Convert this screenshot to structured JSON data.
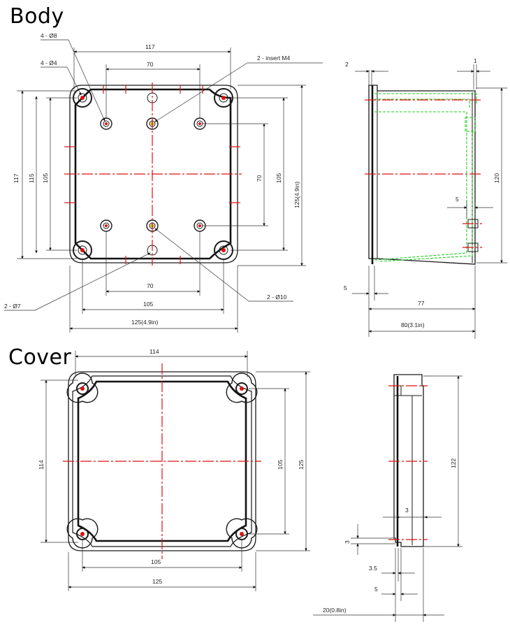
{
  "headings": {
    "body": "Body",
    "cover": "Cover"
  },
  "colors": {
    "outline": "#111111",
    "centerline": "#e01010",
    "hidden_line": "#22cc22",
    "dimension": "#333333"
  },
  "body_top": {
    "dims": {
      "w117": "117",
      "w70_top": "70",
      "h117": "117",
      "h115": "115",
      "h105": "105",
      "h70": "70",
      "h105_right": "105",
      "h125": "125(4.9in)",
      "w70_bottom": "70",
      "w105": "105",
      "w125": "125(4.9in)"
    },
    "callouts": {
      "holes8": "4 - Ø8",
      "holes4": "4 - Ø4",
      "insert": "2 - insert  M4",
      "holes7": "2 - Ø7",
      "holes10": "2 - Ø10"
    }
  },
  "body_side": {
    "dims": {
      "d2": "2",
      "d1": "1",
      "h120": "120",
      "d5_right": "5",
      "d5_left": "5",
      "w77": "77",
      "w80": "80(3.1in)"
    }
  },
  "cover_top": {
    "dims": {
      "w114": "114",
      "h114": "114",
      "h105": "105",
      "h125": "125",
      "w105": "105",
      "w125": "125"
    }
  },
  "cover_side": {
    "dims": {
      "h122": "122",
      "d3_right": "3",
      "d3_left": "3",
      "d3_5": "3.5",
      "d5": "5",
      "w20": "20(0.8in)"
    }
  }
}
